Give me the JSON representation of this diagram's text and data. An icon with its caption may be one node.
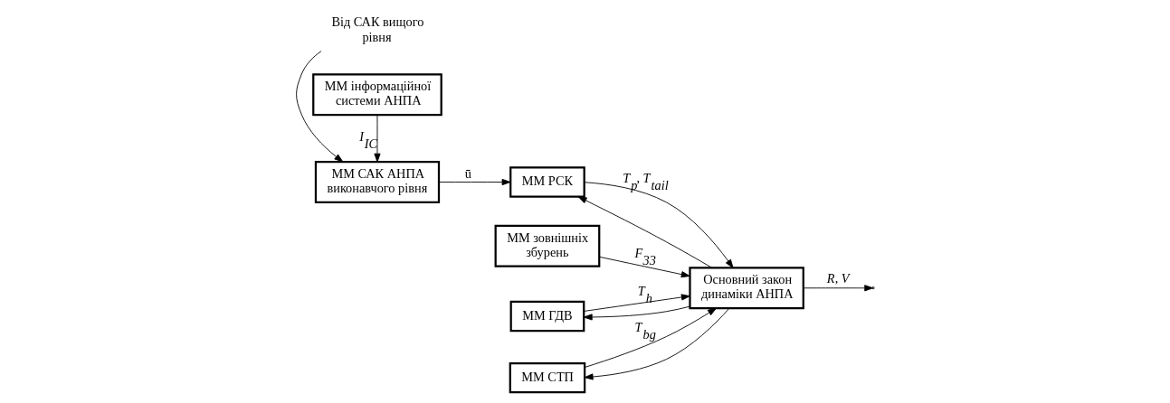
{
  "diagram": {
    "nodes": [
      {
        "text": [
          "Від САК вищого рівня"
        ]
      },
      {
        "text": [
          "ММ САК АНПА виконавчого рівня"
        ]
      },
      {
        "text": [
          "ММ інформаційної системи АНПА"
        ]
      },
      {
        "text": [
          "ММ РСК"
        ]
      },
      {
        "text": [
          "ММ зовнішніх збурень"
        ]
      },
      {
        "text": [
          "ММ ГДВ"
        ]
      },
      {
        "text": [
          "Основний закон динаміки АНПА"
        ]
      },
      {
        "text": [
          "ММ СТП"
        ]
      }
    ],
    "edges": [
      {
        "from": 0,
        "to": 1,
        "arrow": "to"
      },
      {
        "from": 2,
        "to": 1,
        "arrow": "to",
        "label": "*I*$_{IC}$"
      },
      {
        "from": 1,
        "to": 3,
        "arrow": "to",
        "label": "ū"
      },
      {
        "from": 3,
        "to": 6,
        "arrow": "to",
        "label": "*T*$_{p}$, *T*$_{tail}$"
      },
      {
        "from": 4,
        "to": 6,
        "arrow": "to",
        "label": "*F*$_{33}$"
      },
      {
        "from": 5,
        "to": 6,
        "arrow": "to",
        "label": "*T*$_{h}$"
      },
      {
        "from": 7,
        "to": 6,
        "arrow": "to",
        "label": "*T*$_{bg}$"
      },
      {
        "from": 6,
        "to": null,
        "arrow": "to",
        "label": "*R*, *V*"
      },
      {
        "from": 6,
        "to": 5,
        "arrow": "to"
      },
      {
        "from": 6,
        "to": 3,
        "arrow": "to"
      },
      {
        "from": 6,
        "to": 7,
        "arrow": "to"
      }
    ]
  }
}
